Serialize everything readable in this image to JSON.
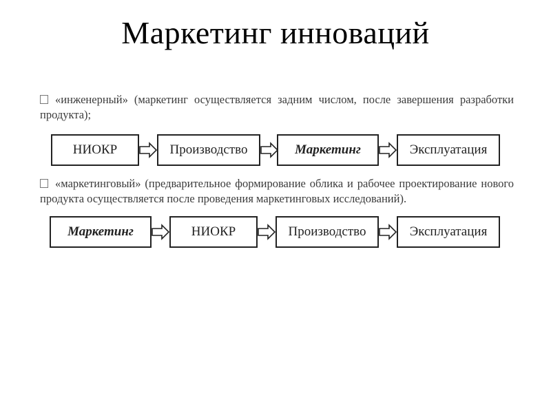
{
  "title": "Маркетинг инноваций",
  "approaches": [
    {
      "text": "«инженерный» (маркетинг осуществляется задним числом, после завершения разработки продукта);",
      "flow": [
        "НИОКР",
        "Производство",
        "Маркетинг",
        "Эксплуатация"
      ],
      "emphasized": "Маркетинг"
    },
    {
      "text": "«маркетинговый» (предварительное формирование облика и рабочее проектирование нового продукта осуществляется после проведения маркетинговых исследований).",
      "flow": [
        "Маркетинг",
        "НИОКР",
        "Производство",
        "Эксплуатация"
      ],
      "emphasized": "Маркетинг"
    }
  ]
}
